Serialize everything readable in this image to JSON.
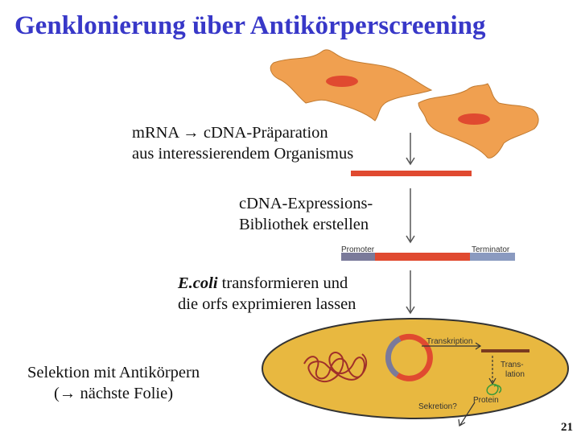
{
  "title": "Genklonierung über Antikörperscreening",
  "steps": {
    "s1_line1": "mRNA → cDNA-Präparation",
    "s1_line2": "aus interessierendem Organismus",
    "s2_line1": "cDNA-Expressions-",
    "s2_line2": "Bibliothek erstellen",
    "s3_italic": "E.coli",
    "s3_line1_rest": " transformieren und",
    "s3_line2": "die orfs exprimieren lassen",
    "s4_line1": "Selektion mit Antikörpern",
    "s4_line2": "(→ nächste Folie)"
  },
  "diagram_labels": {
    "promoter": "Promoter",
    "terminator": "Terminator",
    "transcription": "Transkription",
    "translation_1": "Trans-",
    "translation_2": "lation",
    "protein": "Protein",
    "secretion": "Sekretion?"
  },
  "page_number": "21",
  "colors": {
    "title": "#3838c8",
    "cell_fill": "#f0a050",
    "nucleus": "#e04a30",
    "cdna_bar": "#e04a30",
    "ecoli_fill": "#e8b840",
    "plasmid_red": "#e04a30",
    "plasmid_gray": "#7a7a9a",
    "protein_green": "#3a9a3a"
  }
}
